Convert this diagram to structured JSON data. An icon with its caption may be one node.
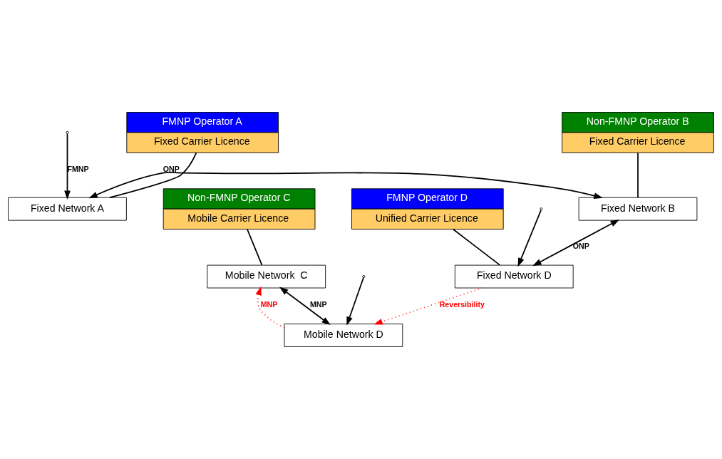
{
  "diagram": {
    "nodes": [
      {
        "text": [
          "FMNP Operator A",
          "Fixed Carrier Licence"
        ]
      },
      {
        "text": [
          "Fixed Network A"
        ]
      },
      {
        "text": [
          "Non-FMNP Operator B",
          "Fixed Carrier Licence"
        ]
      },
      {
        "text": [
          "Fixed Network B"
        ]
      },
      {
        "text": [
          "FMNP Operator D",
          "Unified Carrier Licence"
        ]
      },
      {
        "text": [
          "Fixed Network D"
        ]
      },
      {
        "text": [
          "Mobile Network D"
        ]
      },
      {
        "text": [
          "Non-FMNP Operator C",
          "Mobile Carrier Licence"
        ]
      },
      {
        "text": [
          "Mobile Network  C"
        ]
      }
    ],
    "edges": [
      {
        "from": 0,
        "to": 1,
        "arrow": "none"
      },
      {
        "from": 2,
        "to": 3,
        "arrow": "none"
      },
      {
        "from": 4,
        "to": 5,
        "arrow": "none"
      },
      {
        "from": 7,
        "to": 8,
        "arrow": "none"
      },
      {
        "from": 1,
        "to": 3,
        "arrow": "both",
        "label": "ONP"
      },
      {
        "from": 3,
        "to": 5,
        "arrow": "both",
        "label": "ONP"
      },
      {
        "from": null,
        "to": 1,
        "arrow": "to",
        "label": "FMNP"
      },
      {
        "from": null,
        "to": 5,
        "arrow": "to"
      },
      {
        "from": null,
        "to": 6,
        "arrow": "to"
      },
      {
        "from": 5,
        "to": 6,
        "arrow": "to",
        "label": "Reversibility",
        "style": "dashed",
        "color": "#ff0000"
      },
      {
        "from": 6,
        "to": 8,
        "arrow": "to",
        "label": "MNP",
        "style": "dashed",
        "color": "#ff0000"
      },
      {
        "from": 6,
        "to": 8,
        "arrow": "both",
        "label": "MNP"
      }
    ]
  }
}
